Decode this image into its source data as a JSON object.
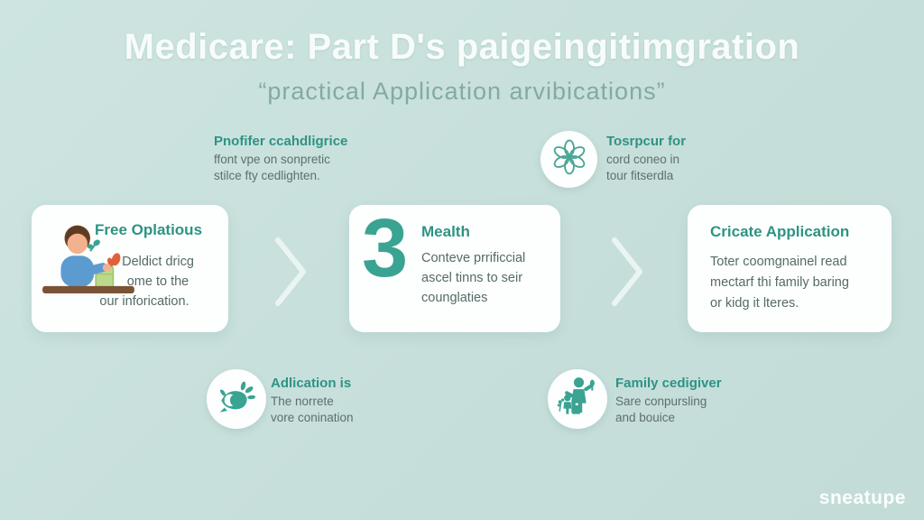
{
  "title": "Medicare: Part D's paigeingitimgration",
  "subtitle": "“practical Application arvibications”",
  "notes": {
    "top_left": {
      "heading": "Pnofifer ccahdligrice",
      "line1": "ffont vpe on sonpretic",
      "line2": "stilce fty cedlighten."
    },
    "top_right": {
      "icon": "flower-icon",
      "heading": "Tosrpcur for",
      "line1": "cord coneo in",
      "line2": "tour fitserdla"
    },
    "bottom_left": {
      "icon": "eye-icon",
      "heading": "Adlication is",
      "line1": "The norrete",
      "line2": "vore conination"
    },
    "bottom_right": {
      "icon": "family-icon",
      "heading": "Family cedigiver",
      "line1": "Sare conpursling",
      "line2": "and bouice"
    }
  },
  "cards": [
    {
      "illustration": "person-at-desk",
      "heading": "Free Oplatious",
      "line1": "Deldict dricg",
      "line2": "ome to the",
      "line3": "our inforication."
    },
    {
      "number": "3",
      "heading": "Mealth",
      "line1": "Conteve prrificcial",
      "line2": "ascel tinns to seir",
      "line3": "counglaties"
    },
    {
      "heading": "Cricate Application",
      "line1": "Toter coomgnainel read",
      "line2": "mectarf thi family baring",
      "line3": "or kidg it lteres."
    }
  ],
  "watermark": "sneatupe",
  "colors": {
    "background": "#c7dfdb",
    "card": "#fdfffe",
    "accent_teal": "#2e9384",
    "number_teal": "#3ba392",
    "body_text": "#556a68",
    "subtitle_text": "#83aaa4",
    "title_text": "#f7fcfb",
    "chevron": "#eaf5f3"
  }
}
